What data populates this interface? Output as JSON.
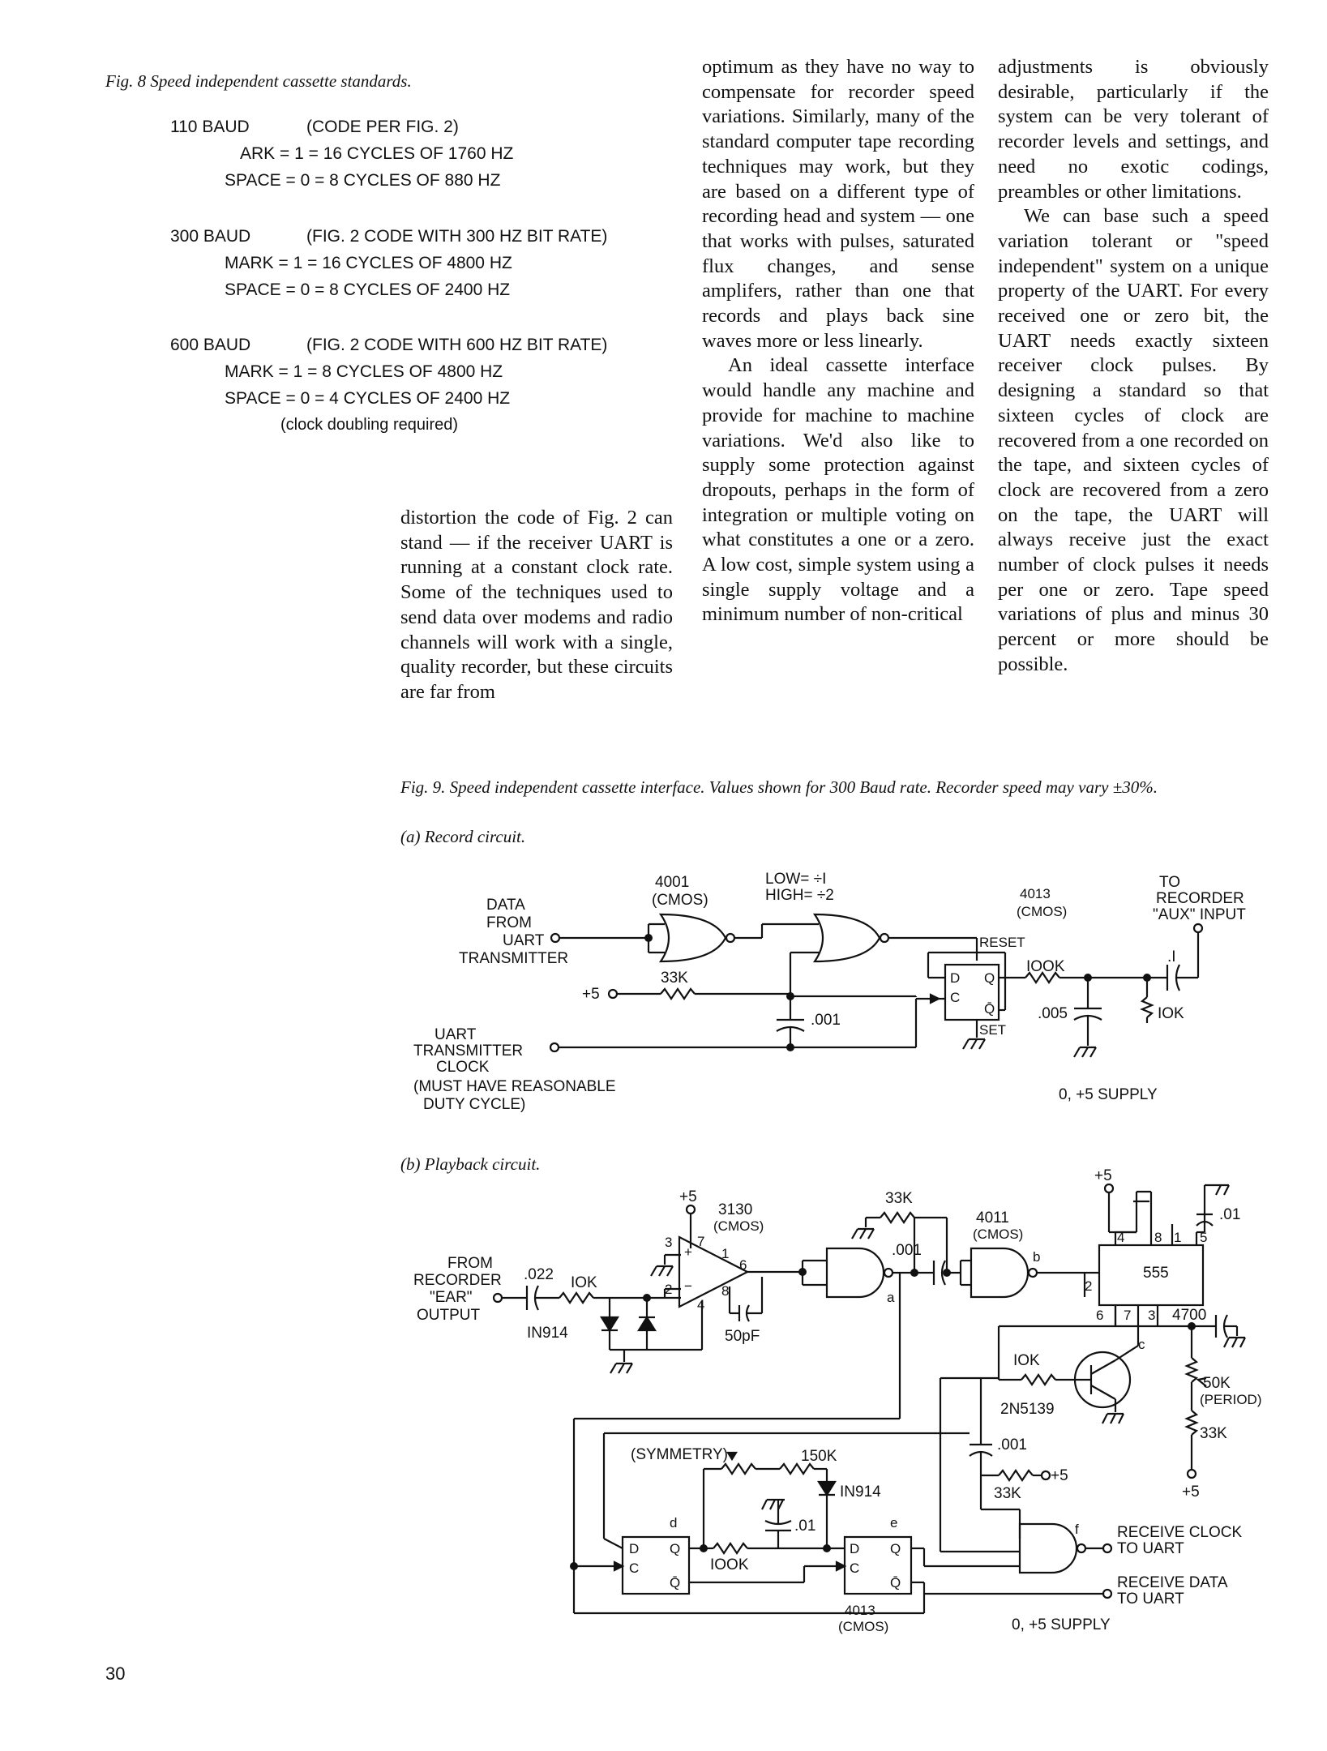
{
  "fig8": {
    "caption": "Fig. 8 Speed independent cassette standards.",
    "blocks": [
      {
        "baud": "110 BAUD",
        "code": "(CODE PER FIG. 2)",
        "mark": "ARK = 1 = 16 CYCLES OF 1760 HZ",
        "space": "SPACE = 0 = 8 CYCLES OF 880 HZ"
      },
      {
        "baud": "300 BAUD",
        "code": "(FIG. 2 CODE WITH 300 HZ BIT RATE)",
        "mark": "MARK = 1 = 16 CYCLES OF 4800 HZ",
        "space": "SPACE = 0 = 8 CYCLES OF 2400 HZ"
      },
      {
        "baud": "600 BAUD",
        "code": "(FIG. 2 CODE WITH 600 HZ BIT RATE)",
        "mark": "MARK = 1 = 8 CYCLES OF 4800 HZ",
        "space": "SPACE = 0 = 4 CYCLES OF 2400 HZ",
        "note": "(clock doubling required)"
      }
    ]
  },
  "text": {
    "col1": "distortion the code of Fig. 2 can stand — if the receiver UART is running at a constant clock rate. Some of the techniques used to send data over modems and radio channels will work with a single, quality recorder, but these circuits are far from",
    "col2_p1": "optimum as they have no way to compensate for recorder speed variations. Similarly, many of the standard computer tape recording techniques may work, but they are based on a different type of recording head and system — one that works with pulses, saturated flux changes, and sense amplifers, rather than one that records and plays back sine waves more or less linearly.",
    "col2_p2": "An ideal cassette interface would handle any machine and provide for machine to machine variations. We'd also like to supply some protection against dropouts, perhaps in the form of integration or multiple voting on what constitutes a one or a zero. A low cost, simple system using a single supply voltage and a minimum number of non-critical",
    "col3_p1": "adjustments is obviously desirable, particularly if the system can be very tolerant of recorder levels and settings, and need no exotic codings, preambles or other limitations.",
    "col3_p2": "We can base such a speed variation tolerant or \"speed independent\" system on a unique property of the UART. For every received one or zero bit, the UART needs exactly sixteen receiver clock pulses. By designing a standard so that sixteen cycles of clock are recovered from a one recorded on the tape, and sixteen cycles of clock are recovered from a zero on the tape, the UART will always receive just the exact number of clock pulses it needs per one or zero. Tape speed variations of plus and minus 30 percent or more should be possible."
  },
  "fig9": {
    "caption": "Fig. 9. Speed independent cassette interface. Values shown for 300 Baud rate. Recorder speed may vary ±30%.",
    "record_title": "(a) Record circuit.",
    "playback_title": "(b) Playback circuit.",
    "record": {
      "data_in": [
        "DATA",
        "FROM",
        "UART",
        "TRANSMITTER"
      ],
      "clock_in": [
        "UART",
        "TRANSMITTER",
        "CLOCK"
      ],
      "duty_note": [
        "(MUST HAVE REASONABLE",
        "DUTY CYCLE)"
      ],
      "ic1": [
        "4001",
        "(CMOS)"
      ],
      "div_note": [
        "LOW= ÷I",
        "HIGH= ÷2"
      ],
      "ic2": [
        "4013",
        "(CMOS)"
      ],
      "out_label": [
        "TO",
        "RECORDER",
        "\"AUX\" INPUT"
      ],
      "plus5": "+5",
      "r1": "33K",
      "c1": ".001",
      "reset": "RESET",
      "set": "SET",
      "ff_pins": [
        "D",
        "C",
        "Q",
        "Q̄"
      ],
      "r2": "IOOK",
      "c2": ".005",
      "c3": ".I",
      "r3": "IOK",
      "supply": "0, +5 SUPPLY"
    },
    "playback": {
      "from": [
        "FROM",
        "RECORDER",
        "\"EAR\"",
        "OUTPUT"
      ],
      "c_in": ".022",
      "r_in": "IOK",
      "diodes": "IN914",
      "opamp": [
        "3130",
        "(CMOS)"
      ],
      "pins": [
        "3",
        "2",
        "7",
        "4",
        "1",
        "8",
        "6"
      ],
      "c_comp": "50pF",
      "plus5": "+5",
      "r_pull": "33K",
      "c_couple": ".001",
      "nand_ic": [
        "4011",
        "(CMOS)"
      ],
      "nodes": [
        "a",
        "b",
        "c",
        "d",
        "e",
        "f"
      ],
      "timer": "555",
      "timer_pins": [
        "4",
        "8",
        "1",
        "5",
        "2",
        "6",
        "7",
        "3"
      ],
      "c_timer": ".01",
      "c_timing": "4700",
      "pot": [
        "50K",
        "(PERIOD)"
      ],
      "r_timer": "33K",
      "r_base": "IOK",
      "transistor": "2N5139",
      "c_small": ".001",
      "r_small": "33K",
      "plus5b": "+5",
      "symmetry": "(SYMMETRY)",
      "r_sym": "150K",
      "diode2": "IN914",
      "c_ff": ".01",
      "r_ff": "IOOK",
      "ff_ic": [
        "4013",
        "(CMOS)"
      ],
      "ff_pins": [
        "D",
        "C",
        "Q",
        "Q̄"
      ],
      "out_clock": [
        "RECEIVE CLOCK",
        "TO UART"
      ],
      "out_data": [
        "RECEIVE DATA",
        "TO UART"
      ],
      "supply": "0, +5 SUPPLY"
    }
  },
  "page_number": "30"
}
